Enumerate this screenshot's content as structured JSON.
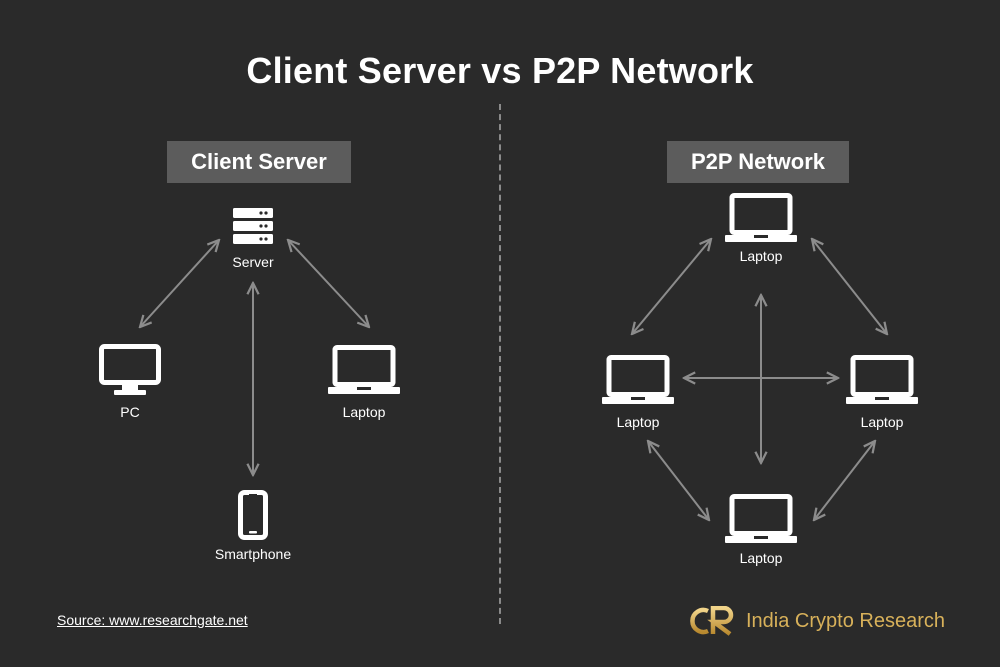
{
  "title": "Client Server vs P2P Network",
  "client_server": {
    "label": "Client Server",
    "nodes": {
      "server": "Server",
      "pc": "PC",
      "laptop": "Laptop",
      "smartphone": "Smartphone"
    }
  },
  "p2p": {
    "label": "P2P Network",
    "nodes": {
      "top": "Laptop",
      "left": "Laptop",
      "right": "Laptop",
      "bottom": "Laptop"
    }
  },
  "source": "Source: www.researchgate.net",
  "brand": {
    "name": "India Crypto Research",
    "logo_icon": "icr-logo-icon",
    "color": "#d8b15a"
  },
  "colors": {
    "background": "#2a2a2a",
    "label_box": "#5c5c5c",
    "arrow": "#8c8c8c"
  }
}
